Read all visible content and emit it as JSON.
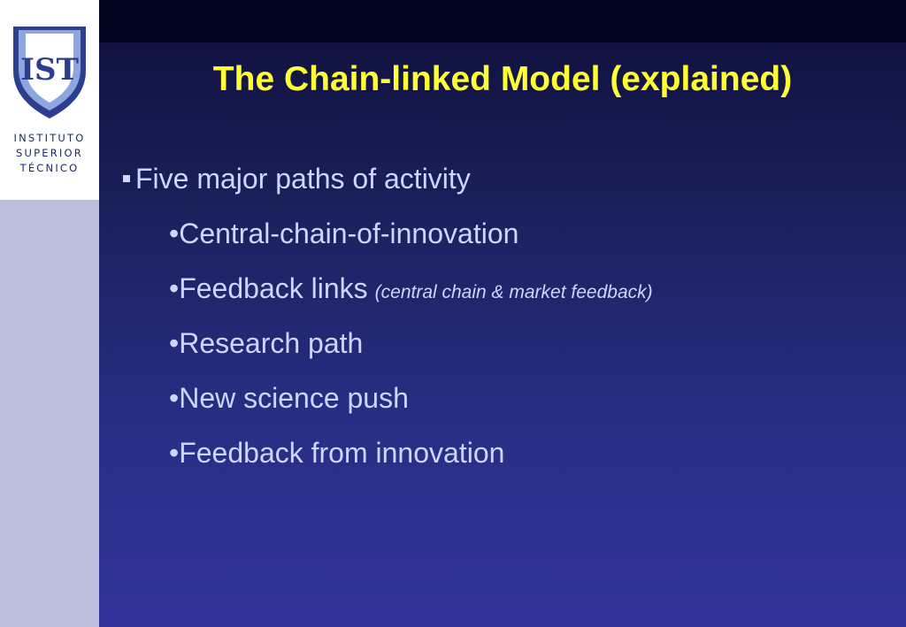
{
  "logo": {
    "line1": "INSTITUTO",
    "line2": "SUPERIOR",
    "line3": "TÉCNICO",
    "monogram": "IST",
    "colors": {
      "shield": "#2b3f8e",
      "shield_light": "#8ea6df"
    }
  },
  "slide": {
    "title": "The Chain-linked Model (explained)",
    "bullet_main": "Five major paths of activity",
    "sub_bullets": [
      {
        "text": "•Central-chain-of-innovation",
        "note": ""
      },
      {
        "text": "•Feedback links",
        "note": "(central chain & market feedback)"
      },
      {
        "text": "•Research path",
        "note": ""
      },
      {
        "text": "•New science push",
        "note": ""
      },
      {
        "text": "•Feedback from innovation",
        "note": ""
      }
    ]
  },
  "colors": {
    "title": "#ffff33",
    "body_text": "#ccd6ff",
    "background_top": "#0e0f3a",
    "background_bottom": "#33339a",
    "side_bar": "#bbbfdc"
  }
}
